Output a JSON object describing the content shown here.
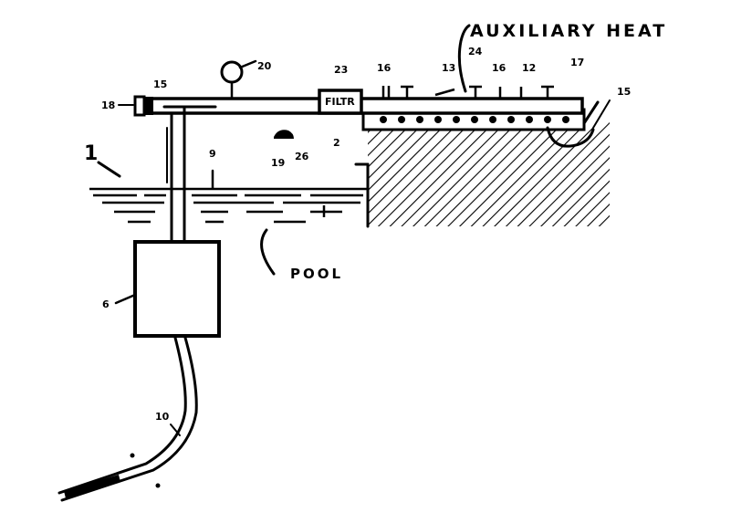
{
  "figure": {
    "type": "patent-drawing",
    "subject": "solar pool heating system with auxiliary heat",
    "colors": {
      "ink": "#000000",
      "background": "#ffffff"
    }
  },
  "labels": {
    "auxiliary_heat": "AUXILIARY HEAT",
    "pool": "POOL",
    "ref_1": "1",
    "ref_2": "2",
    "ref_6": "6",
    "ref_9": "9",
    "ref_10": "10",
    "ref_12": "12",
    "ref_13": "13",
    "ref_15": "15",
    "ref_15b": "15",
    "ref_16a": "16",
    "ref_16b": "16",
    "ref_17": "17",
    "ref_18": "18",
    "ref_19": "19",
    "ref_20": "20",
    "ref_23": "23",
    "ref_24": "24",
    "ref_26": "26",
    "filter_text": "FILTR"
  }
}
